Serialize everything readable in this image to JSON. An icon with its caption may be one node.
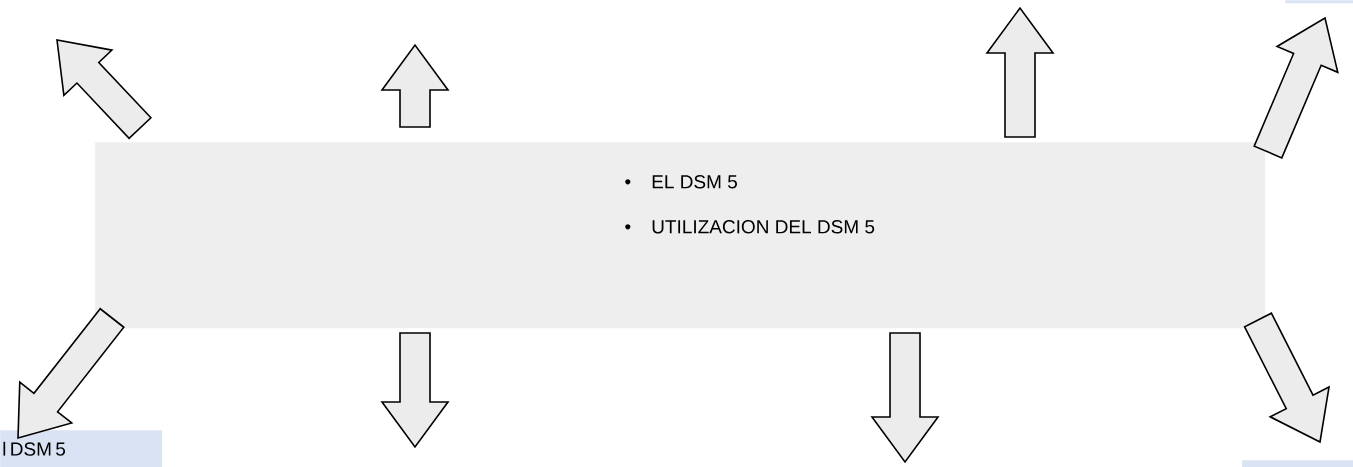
{
  "diagram": {
    "nodes": [
      {
        "text": [
          "EL DSM 5",
          "UTILIZACION DEL DSM 5"
        ]
      },
      {
        "text": [
          "l DSM 5"
        ]
      },
      {
        "text": [],
        "shape": "box"
      },
      {
        "text": [],
        "shape": "box"
      }
    ],
    "edges": [
      {
        "from": 0,
        "to": null,
        "arrow": "to"
      },
      {
        "from": 0,
        "to": null,
        "arrow": "to"
      },
      {
        "from": 0,
        "to": null,
        "arrow": "to"
      },
      {
        "from": 0,
        "to": 2,
        "arrow": "to"
      },
      {
        "from": 0,
        "to": 1,
        "arrow": "to"
      },
      {
        "from": 0,
        "to": null,
        "arrow": "to"
      },
      {
        "from": 0,
        "to": null,
        "arrow": "to"
      },
      {
        "from": 0,
        "to": 3,
        "arrow": "to"
      }
    ]
  }
}
